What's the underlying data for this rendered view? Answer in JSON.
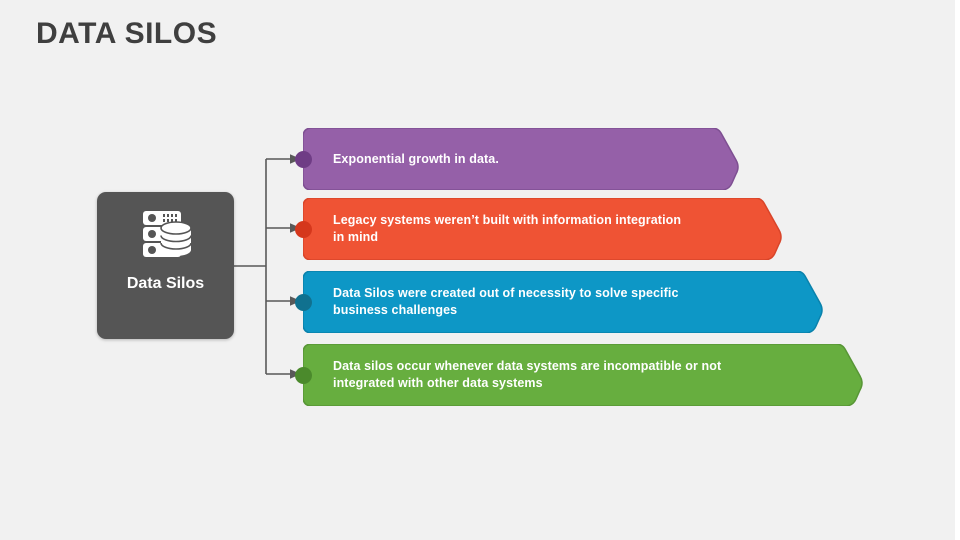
{
  "slide": {
    "title": "DATA SILOS",
    "background_color": "#f1f1f1",
    "title_color": "#3f3f3f"
  },
  "center_node": {
    "label": "Data Silos",
    "icon": "database-server-icon",
    "fill_color": "#555555",
    "text_color": "#ffffff"
  },
  "branches": [
    {
      "id": "branch-1",
      "color": "#9560a8",
      "bullet_color": "#6f3c85",
      "border_color": "#7e4f92",
      "lines": [
        "Exponential growth in data."
      ]
    },
    {
      "id": "branch-2",
      "color": "#ef5334",
      "bullet_color": "#d5371c",
      "border_color": "#d9452a",
      "lines": [
        "Legacy systems weren’t built with information integration",
        "in mind"
      ]
    },
    {
      "id": "branch-3",
      "color": "#0d97c6",
      "bullet_color": "#10718f",
      "border_color": "#0a82ac",
      "lines": [
        "Data Silos were created out of necessity to solve specific",
        "business challenges"
      ]
    },
    {
      "id": "branch-4",
      "color": "#67ae3f",
      "bullet_color": "#4b8a2c",
      "border_color": "#589636",
      "lines": [
        "Data silos occur whenever data systems are incompatible or not",
        "integrated with other data systems"
      ]
    }
  ],
  "connector": {
    "line_color": "#595959",
    "arrow_color": "#595959"
  }
}
